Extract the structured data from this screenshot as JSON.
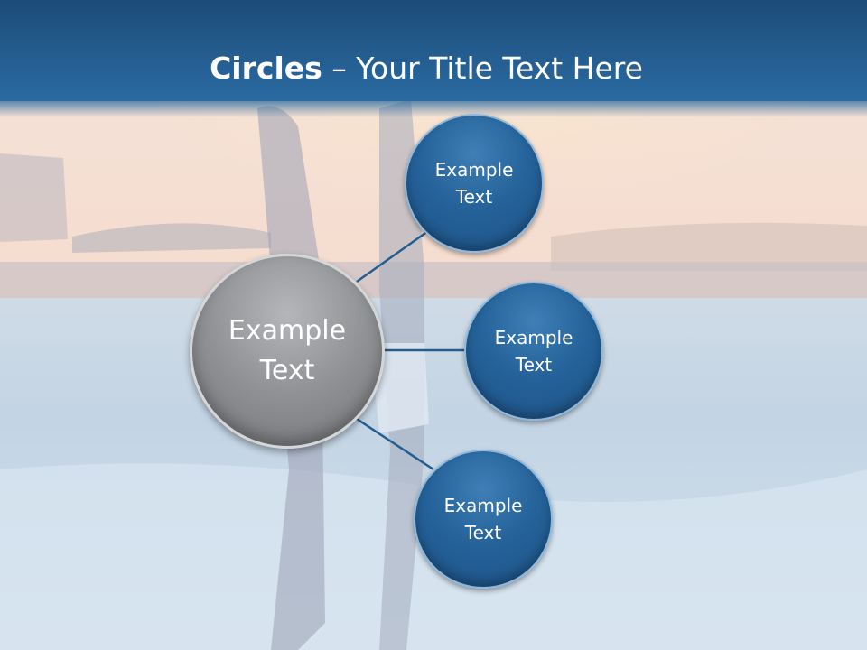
{
  "slide": {
    "title_bold": "Circles",
    "title_rest": " – Your Title Text Here"
  },
  "center_circle": {
    "label": "Example\nText"
  },
  "satellites": [
    {
      "label": "Example\nText"
    },
    {
      "label": "Example\nText"
    },
    {
      "label": "Example\nText"
    }
  ],
  "colors": {
    "header": "#245d90",
    "circle_blue": "#25639a",
    "circle_gray": "#8f9194",
    "connector": "#245d8f"
  }
}
